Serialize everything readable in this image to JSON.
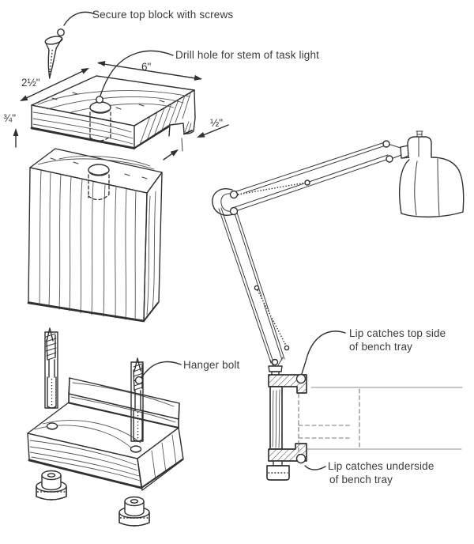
{
  "figure": {
    "callouts": {
      "secure_top_block": "Secure top block with screws",
      "drill_hole": "Drill hole for stem of task light",
      "hanger_bolt": "Hanger bolt",
      "lip_top": {
        "line1": "Lip catches top side",
        "line2": "of bench tray"
      },
      "lip_bottom": {
        "line1": "Lip catches underside",
        "line2": "of bench tray"
      }
    },
    "dimensions": {
      "top_block_width": "2½\"",
      "top_block_length": "6\"",
      "top_block_thickness": "¾\"",
      "lip_depth": "½\""
    },
    "colors": {
      "ink": "#303030",
      "text": "#3a3a3a",
      "paper": "#ffffff",
      "tray_line": "#8c8c8c"
    }
  }
}
